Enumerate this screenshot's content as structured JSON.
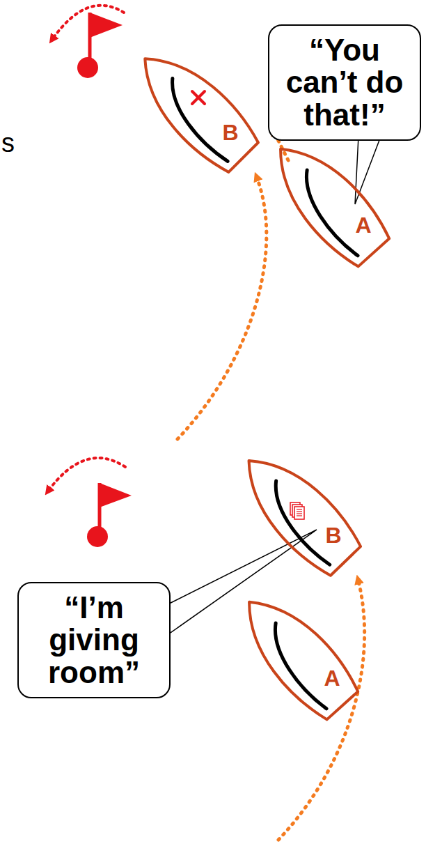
{
  "diagram": {
    "nodes": [
      {
        "text": [
          "“You can’t do that!”"
        ]
      },
      {
        "text": [
          "B"
        ]
      },
      {
        "text": [
          "A"
        ]
      },
      {
        "text": [
          "B"
        ]
      },
      {
        "text": [
          "“I’m giving room”"
        ]
      },
      {
        "text": [
          "A"
        ]
      }
    ],
    "edges": [
      {
        "from": 0,
        "to": 2,
        "arrow": "none"
      },
      {
        "from": 4,
        "to": 3,
        "arrow": "none"
      }
    ],
    "labels": [
      "s"
    ]
  }
}
